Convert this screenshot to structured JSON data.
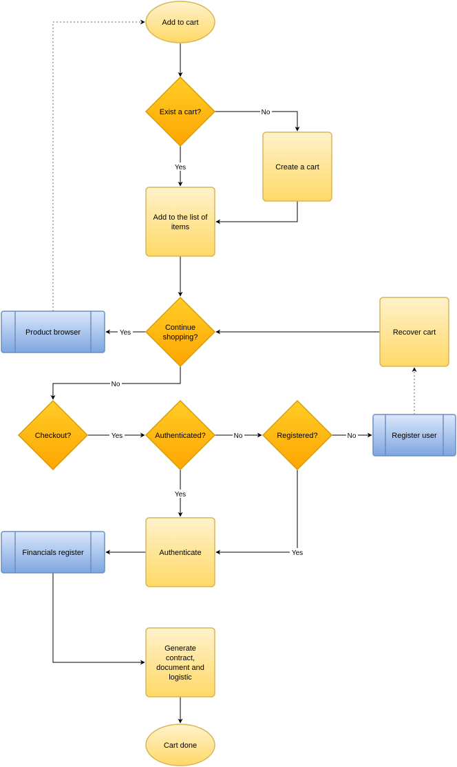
{
  "colors": {
    "process_fill_top": "#fff2cc",
    "process_fill_bottom": "#ffd966",
    "process_stroke": "#d6b656",
    "decision_fill_top": "#ffcd28",
    "decision_fill_bottom": "#ffa500",
    "decision_stroke": "#d79b00",
    "subprocess_fill_top": "#dae8fc",
    "subprocess_fill_bottom": "#7ea6e0",
    "subprocess_stroke": "#6c8ebf",
    "edge": "#000000",
    "edge_dotted": "#666666"
  },
  "nodes": {
    "add_to_cart": "Add to cart",
    "exist_cart": "Exist a cart?",
    "create_cart": "Create a cart",
    "add_to_list_1": "Add to the list of",
    "add_to_list_2": "items",
    "continue_1": "Continue",
    "continue_2": "shopping?",
    "product_browser": "Product browser",
    "recover_cart": "Recover cart",
    "checkout": "Checkout?",
    "authenticated": "Authenticated?",
    "registered": "Registered?",
    "register_user": "Register user",
    "authenticate": "Authenticate",
    "financials_register": "Financials register",
    "generate_1": "Generate",
    "generate_2": "contract,",
    "generate_3": "document and",
    "generate_4": "logistic",
    "cart_done": "Cart done"
  },
  "edges": {
    "exist_no": "No",
    "exist_yes": "Yes",
    "continue_yes": "Yes",
    "continue_no": "No",
    "checkout_yes": "Yes",
    "auth_no": "No",
    "registered_no": "No",
    "auth_yes": "Yes",
    "registered_yes": "Yes"
  }
}
